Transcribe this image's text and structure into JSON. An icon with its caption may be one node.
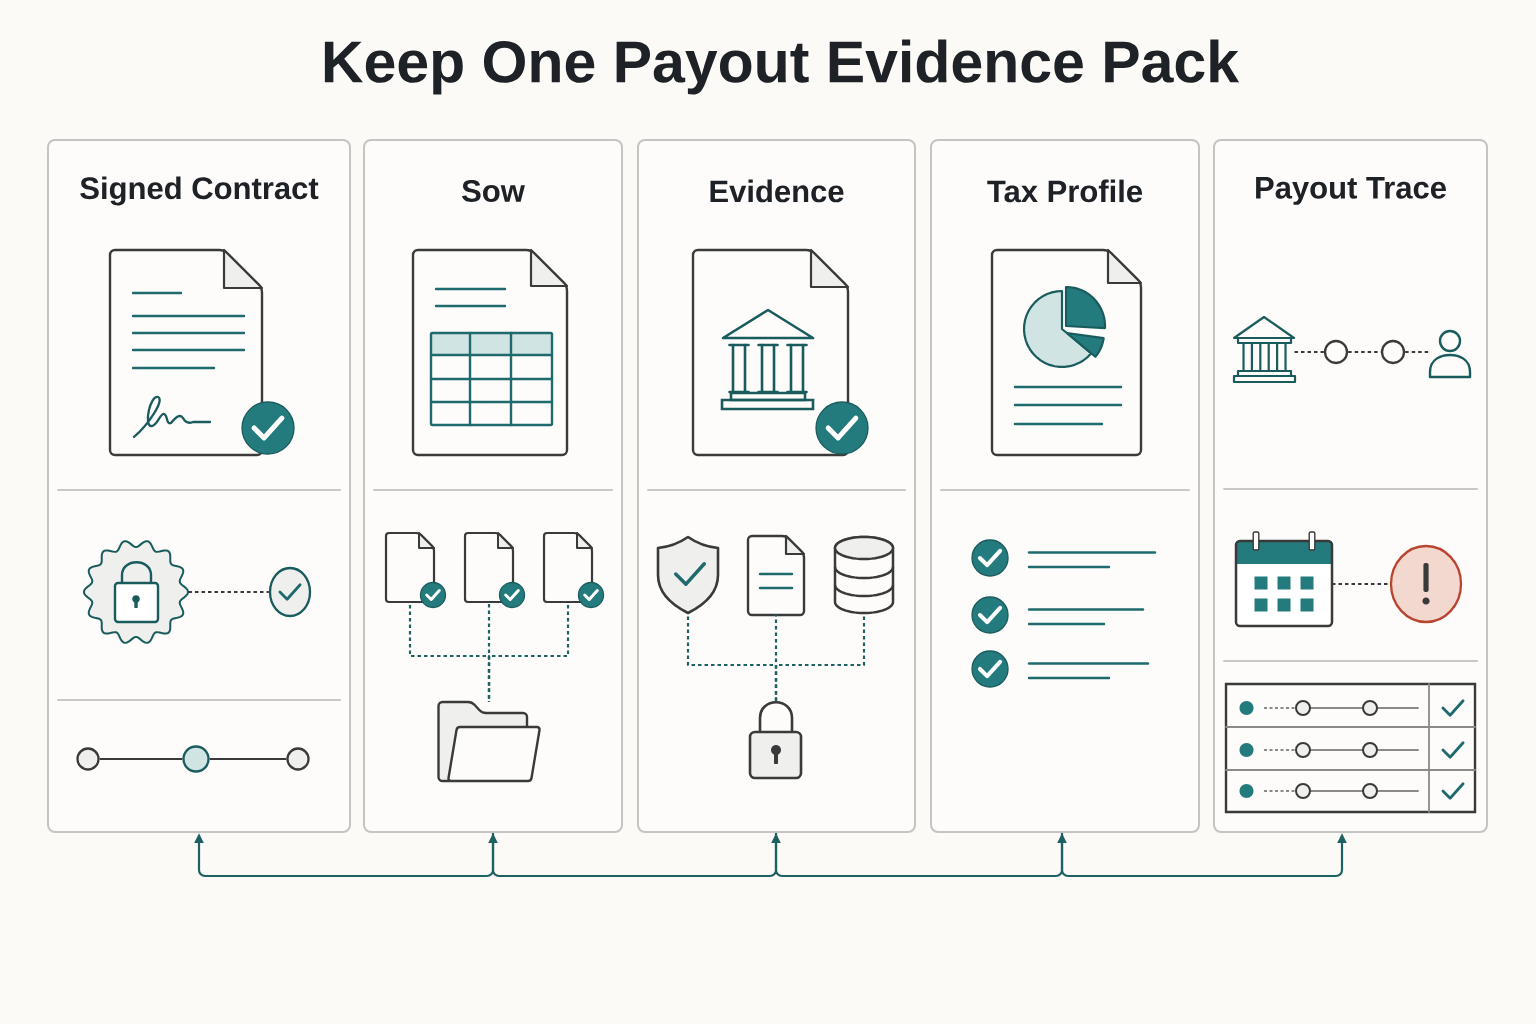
{
  "diagram": {
    "title": "Keep One Payout Evidence Pack",
    "nodes": [
      {
        "text": [
          "Signed Contract"
        ]
      },
      {
        "text": [
          "Sow"
        ]
      },
      {
        "text": [
          "Evidence"
        ]
      },
      {
        "text": [
          "Tax Profile"
        ]
      },
      {
        "text": [
          "Payout Trace"
        ]
      },
      {
        "text": [],
        "shape": "picture",
        "in": 0
      },
      {
        "text": [],
        "shape": "circle",
        "in": 0
      },
      {
        "text": [],
        "shape": "circle",
        "in": 0
      },
      {
        "text": [],
        "shape": "circle",
        "in": 0
      },
      {
        "text": [],
        "shape": "circle",
        "in": 0
      },
      {
        "text": [],
        "shape": "picture",
        "in": 1
      },
      {
        "text": [],
        "shape": "picture",
        "in": 1
      },
      {
        "text": [],
        "shape": "picture",
        "in": 1
      },
      {
        "text": [],
        "shape": "picture",
        "in": 1
      },
      {
        "text": [],
        "shape": "picture",
        "in": 2
      },
      {
        "text": [],
        "shape": "picture",
        "in": 2
      },
      {
        "text": [],
        "shape": "cylinder",
        "in": 2
      },
      {
        "text": [],
        "shape": "picture",
        "in": 2
      },
      {
        "text": [],
        "shape": "picture",
        "in": 4
      },
      {
        "text": [],
        "shape": "circle",
        "in": 4
      },
      {
        "text": [],
        "shape": "circle",
        "in": 4
      },
      {
        "text": [],
        "shape": "person",
        "in": 4
      },
      {
        "text": [],
        "shape": "picture",
        "in": 4
      },
      {
        "text": [],
        "shape": "circle",
        "in": 4
      }
    ],
    "edges": [
      {
        "from": 0,
        "to": 1,
        "arrow": "both"
      },
      {
        "from": 1,
        "to": 2,
        "arrow": "to"
      },
      {
        "from": 2,
        "to": 3,
        "arrow": "to"
      },
      {
        "from": 3,
        "to": 4,
        "arrow": "to"
      },
      {
        "from": 5,
        "to": 6,
        "arrow": "none",
        "style": "dashed",
        "color": "#3a3a3a"
      },
      {
        "from": 7,
        "to": 8,
        "arrow": "none",
        "color": "#3a3a3a"
      },
      {
        "from": 8,
        "to": 9,
        "arrow": "none",
        "color": "#3a3a3a"
      },
      {
        "from": 10,
        "to": 13,
        "arrow": "none",
        "style": "dashed"
      },
      {
        "from": 11,
        "to": 13,
        "arrow": "none",
        "style": "dashed"
      },
      {
        "from": 12,
        "to": 13,
        "arrow": "none",
        "style": "dashed"
      },
      {
        "from": 14,
        "to": 17,
        "arrow": "none",
        "style": "dashed"
      },
      {
        "from": 15,
        "to": 17,
        "arrow": "none",
        "style": "dashed"
      },
      {
        "from": 16,
        "to": 17,
        "arrow": "none",
        "style": "dashed"
      },
      {
        "from": 18,
        "to": 19,
        "arrow": "none",
        "style": "dashed",
        "color": "#3a3a3a"
      },
      {
        "from": 19,
        "to": 20,
        "arrow": "none",
        "style": "dashed",
        "color": "#3a3a3a"
      },
      {
        "from": 20,
        "to": 21,
        "arrow": "none",
        "style": "dashed",
        "color": "#3a3a3a"
      },
      {
        "from": 22,
        "to": 23,
        "arrow": "none",
        "style": "dashed",
        "color": "#3a3a3a"
      }
    ]
  }
}
